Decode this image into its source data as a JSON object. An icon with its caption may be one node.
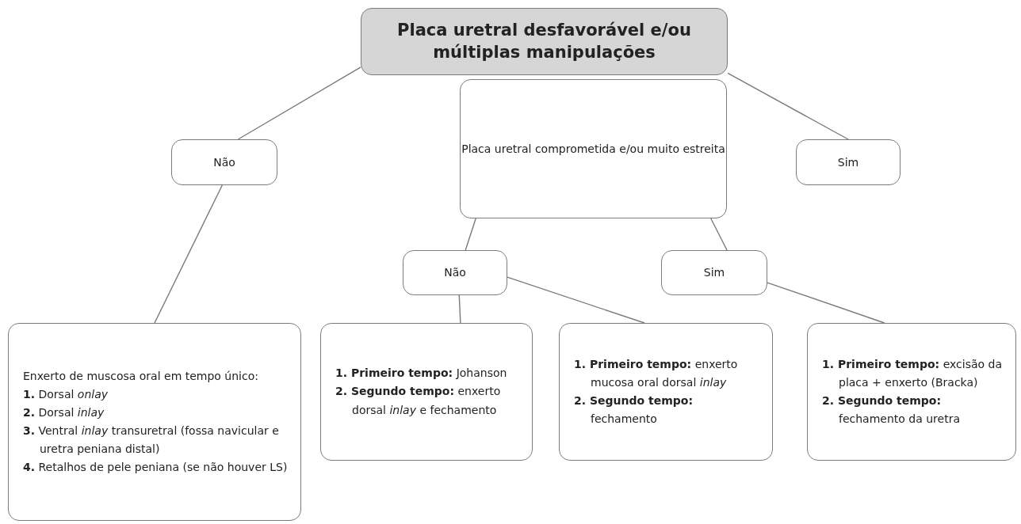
{
  "diagram": {
    "nodes": [
      {
        "text": [
          "Placa uretral desfavorável e/ou múltiplas manipulações"
        ]
      },
      {
        "text": [
          "Não"
        ]
      },
      {
        "text": [
          "Placa uretral comprometida e/ou muito estreita"
        ]
      },
      {
        "text": [
          "Sim"
        ]
      },
      {
        "text": [
          "Não"
        ]
      },
      {
        "text": [
          "Sim"
        ]
      },
      {
        "text": [
          "Enxerto de muscosa oral em tempo único:",
          "**1.** Dorsal *onlay*",
          "**2.** Dorsal *inlay*",
          "**3.** Ventral *inlay* transuretral (fossa navicular e uretra peniana distal)",
          "**4.** Retalhos de pele peniana (se não houver LS)"
        ]
      },
      {
        "text": [
          "**1. Primeiro tempo:** Johanson",
          "**2. Segundo tempo:** enxerto dorsal *inlay* e fechamento"
        ]
      },
      {
        "text": [
          "**1. Primeiro tempo:** enxerto mucosa oral dorsal *inlay*",
          "**2. Segundo tempo:** fechamento"
        ]
      },
      {
        "text": [
          "**1. Primeiro tempo:** excisão da placa + enxerto (Bracka)",
          "**2. Segundo tempo:** fechamento da uretra"
        ]
      }
    ],
    "edges": [
      {
        "from": 0,
        "to": 1,
        "arrow": "none"
      },
      {
        "from": 0,
        "to": 3,
        "arrow": "none"
      },
      {
        "from": 1,
        "to": 6,
        "arrow": "none"
      },
      {
        "from": 2,
        "to": 4,
        "arrow": "none"
      },
      {
        "from": 2,
        "to": 5,
        "arrow": "none"
      },
      {
        "from": 4,
        "to": 7,
        "arrow": "none"
      },
      {
        "from": 4,
        "to": 8,
        "arrow": "none"
      },
      {
        "from": 5,
        "to": 9,
        "arrow": "none"
      }
    ]
  }
}
